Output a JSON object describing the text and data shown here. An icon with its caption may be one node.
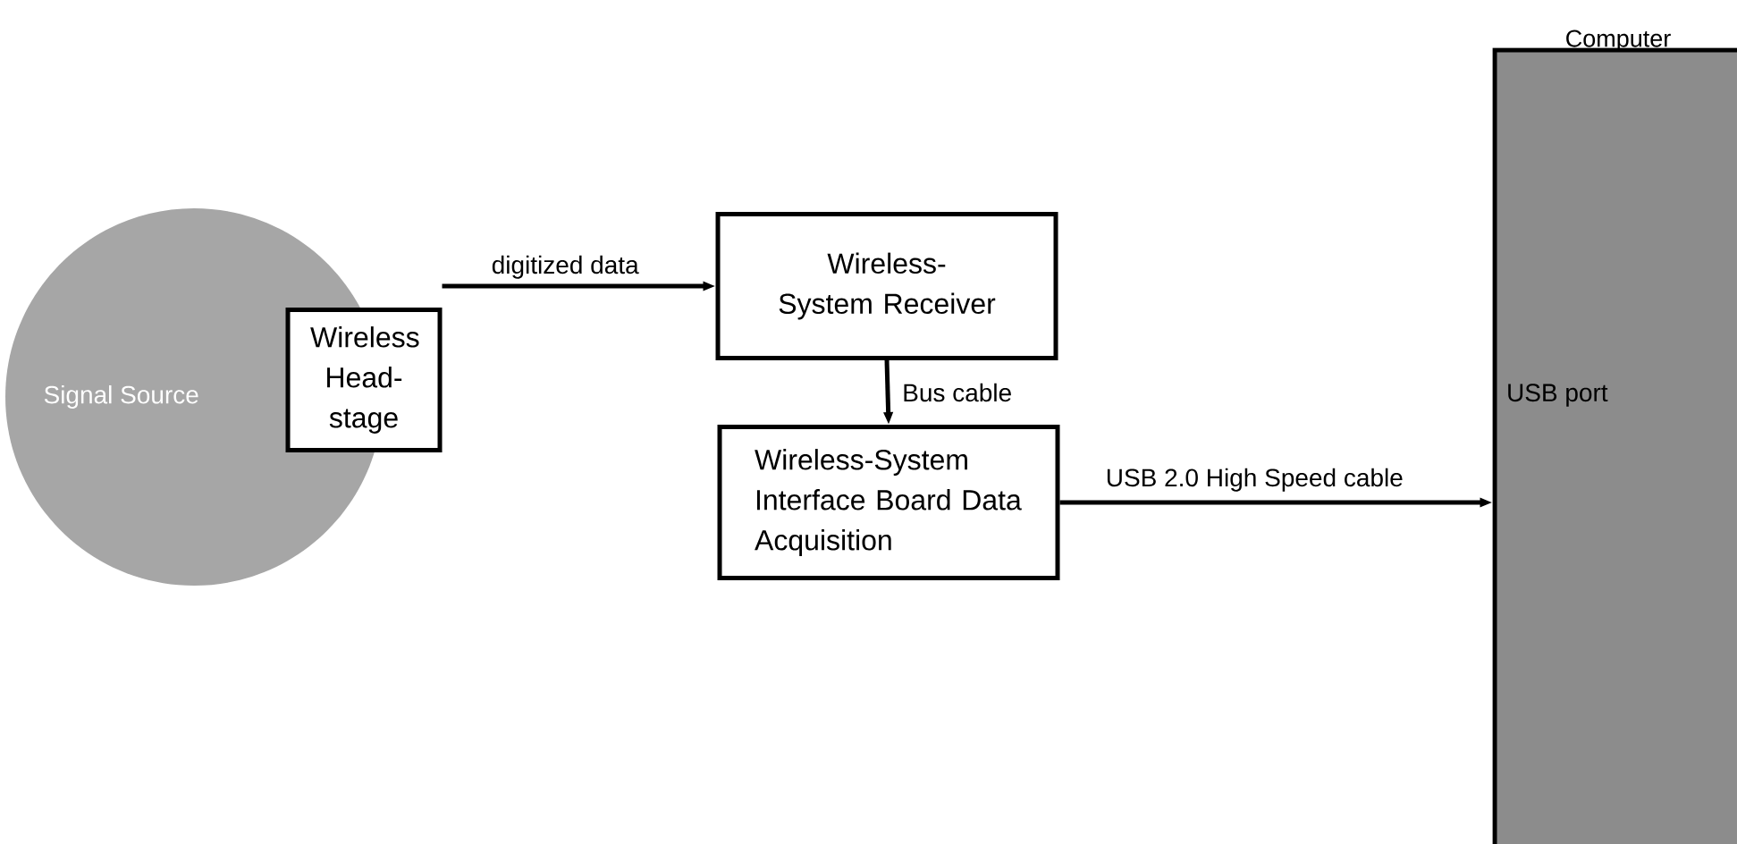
{
  "diagram": {
    "nodes": [
      {
        "text": [
          "Signal Source"
        ]
      },
      {
        "text": [
          "Wireless Head- stage"
        ]
      },
      {
        "text": [
          "Wireless-System Receiver"
        ]
      },
      {
        "text": [
          "Wireless-System Interface Board Data Acquisition"
        ]
      },
      {
        "text": [
          "Computer",
          "USB port"
        ]
      }
    ],
    "edges": [
      {
        "from": 1,
        "to": 2,
        "arrow": "to",
        "label": "digitized data"
      },
      {
        "from": 2,
        "to": 3,
        "arrow": "to",
        "label": "Bus cable"
      },
      {
        "from": 3,
        "to": 4,
        "arrow": "to",
        "label": "USB 2.0 High Speed cable"
      }
    ]
  }
}
